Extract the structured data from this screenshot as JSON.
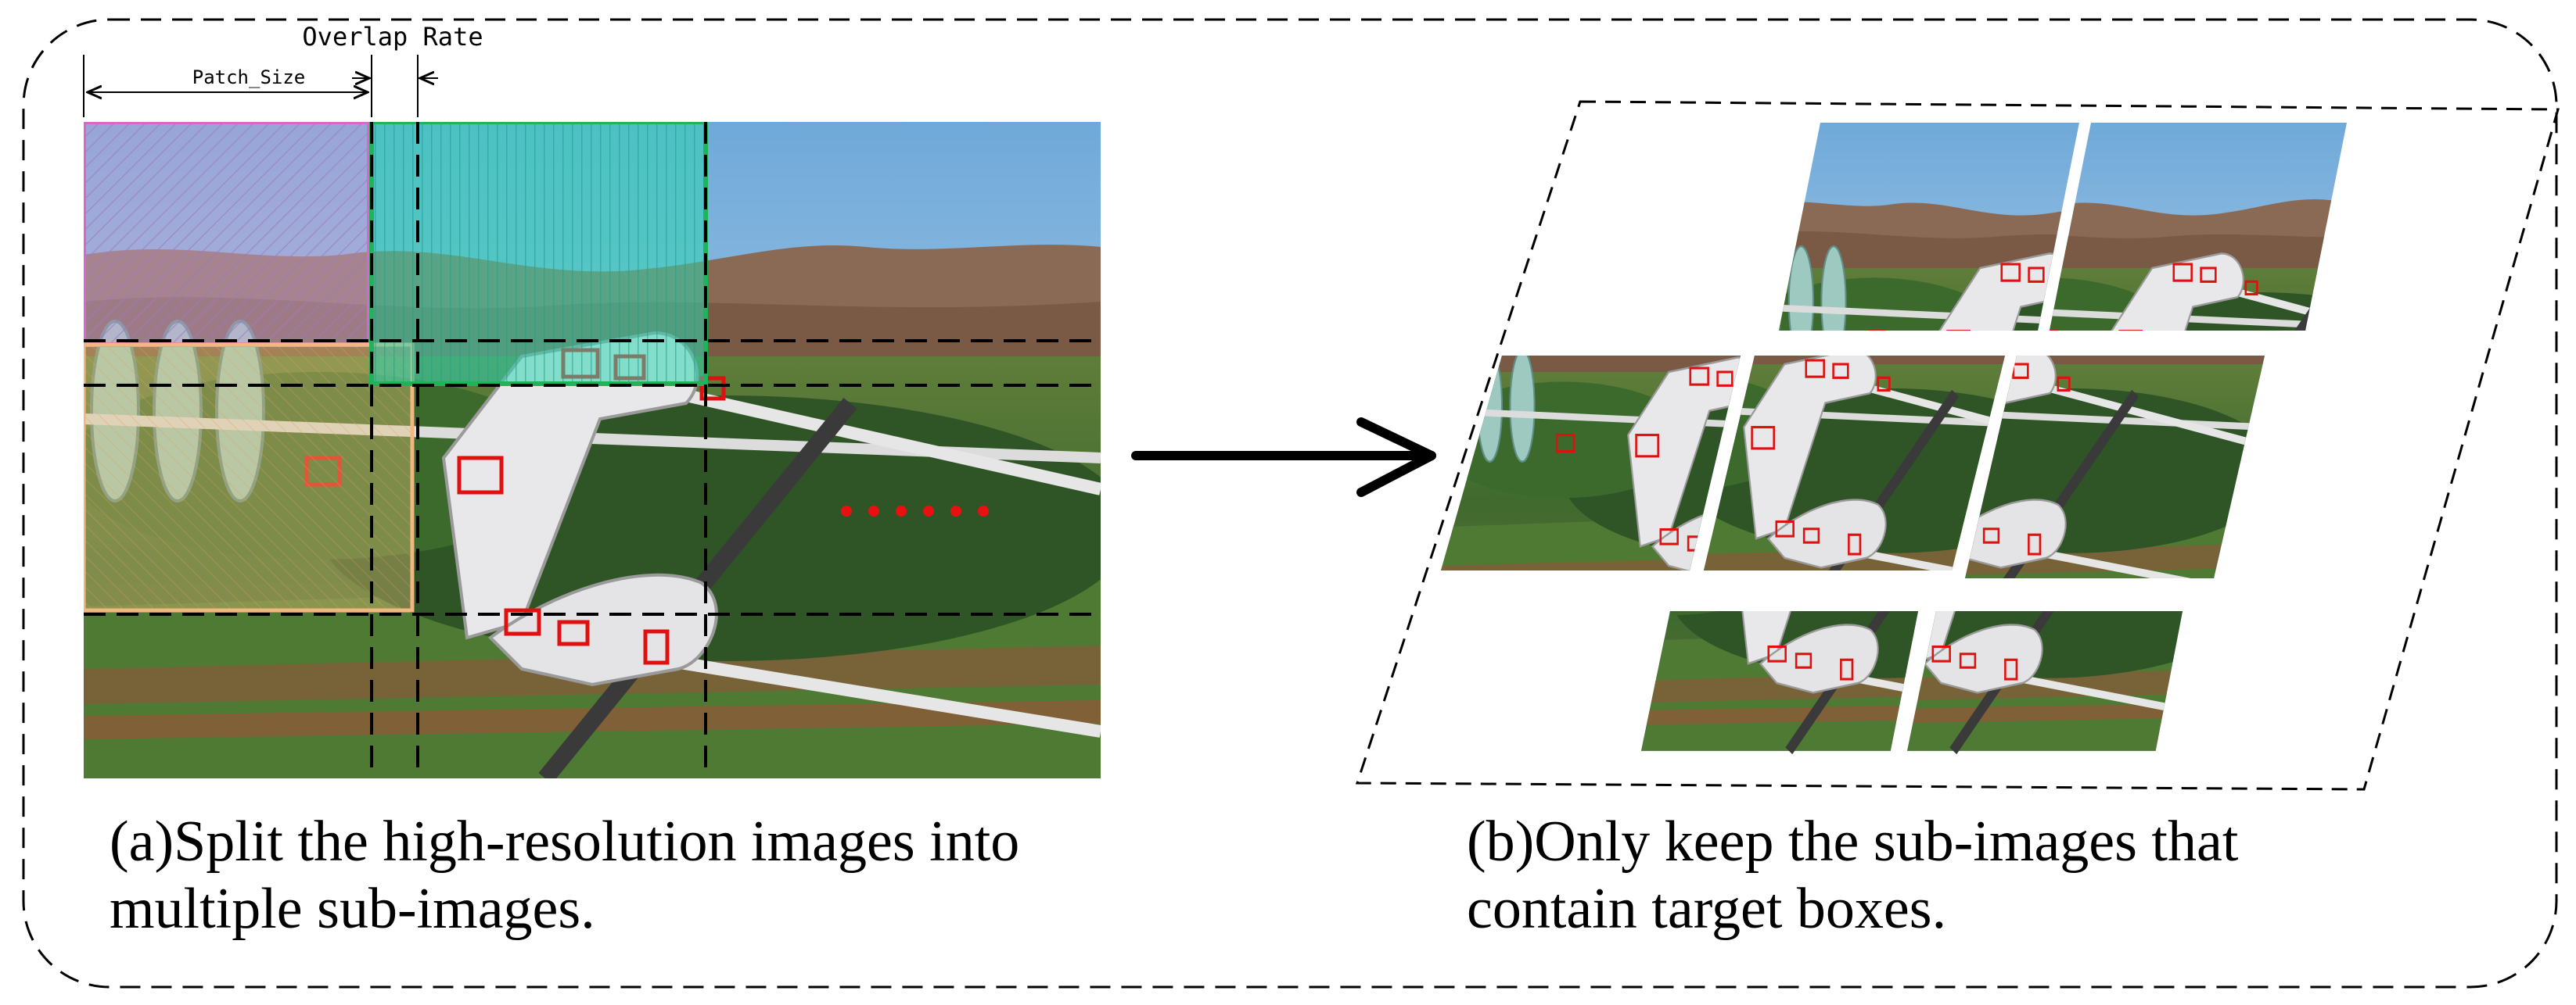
{
  "panel_a": {
    "dimension_labels": {
      "overlap_rate": "Overlap Rate",
      "patch_size": "Patch_Size"
    },
    "caption_line1": "(a)Split the high-resolution images into",
    "caption_line2": "multiple sub-images."
  },
  "panel_b": {
    "caption_line1": "(b)Only keep the sub-images that",
    "caption_line2": "contain target boxes."
  },
  "colors": {
    "patch_pink": "#d966c9",
    "patch_green": "#1fb35a",
    "patch_orange": "#f0b880",
    "target_box": "#e01010",
    "dots": "#e81010"
  },
  "icons": [
    "right-arrow-icon",
    "ellipsis-dots-icon"
  ]
}
